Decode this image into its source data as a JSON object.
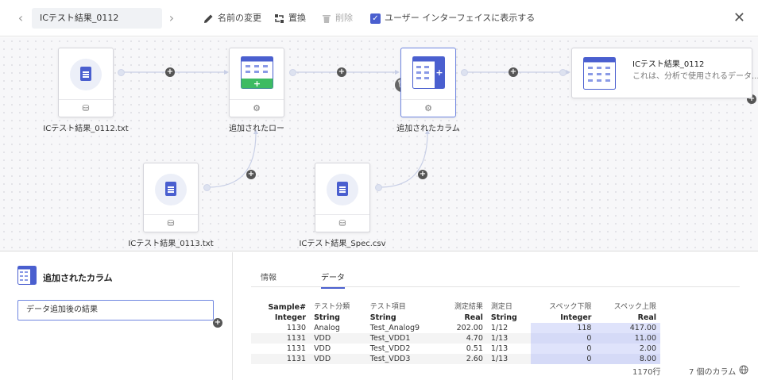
{
  "toolbar": {
    "title": "ICテスト結果_0112",
    "rename_label": "名前の変更",
    "replace_label": "置換",
    "delete_label": "削除",
    "show_in_ui_label": "ユーザー インターフェイスに表示する",
    "show_in_ui_checked": true
  },
  "flow": {
    "nodes": [
      {
        "label": "ICテスト結果_0112.txt",
        "type": "file"
      },
      {
        "label": "追加されたロー",
        "type": "add-rows"
      },
      {
        "label": "追加されたカラム",
        "type": "add-columns"
      },
      {
        "label": "ICテスト結果_0113.txt",
        "type": "file"
      },
      {
        "label": "ICテスト結果_Spec.csv",
        "type": "file"
      }
    ],
    "output": {
      "title": "ICテスト結果_0112",
      "description": "これは、分析で使用されるデータ..."
    }
  },
  "details": {
    "title": "追加されたカラム",
    "name_value": "データ追加後の結果",
    "tabs": [
      "情報",
      "データ"
    ],
    "active_tab": "データ",
    "table": {
      "columns": [
        {
          "name": "Sample#",
          "type": "Integer",
          "align": "right"
        },
        {
          "name": "テスト分類",
          "type": "String",
          "align": "left"
        },
        {
          "name": "テスト項目",
          "type": "String",
          "align": "left"
        },
        {
          "name": "測定結果",
          "type": "Real",
          "align": "right"
        },
        {
          "name": "測定日",
          "type": "String",
          "align": "left"
        },
        {
          "name": "スペック下限",
          "type": "Integer",
          "align": "right"
        },
        {
          "name": "スペック上限",
          "type": "Real",
          "align": "right"
        }
      ],
      "rows": [
        [
          "1130",
          "Analog",
          "Test_Analog9",
          "202.00",
          "1/12",
          "118",
          "417.00"
        ],
        [
          "1131",
          "VDD",
          "Test_VDD1",
          "4.70",
          "1/13",
          "0",
          "11.00"
        ],
        [
          "1131",
          "VDD",
          "Test_VDD2",
          "0.51",
          "1/13",
          "0",
          "2.00"
        ],
        [
          "1131",
          "VDD",
          "Test_VDD3",
          "2.60",
          "1/13",
          "0",
          "8.00"
        ]
      ]
    },
    "row_count": "1170行",
    "column_count": "7 個のカラム"
  },
  "colors": {
    "accent": "#4a5fcf",
    "add_green": "#3dbb62",
    "highlight": "#dfe3fb"
  }
}
